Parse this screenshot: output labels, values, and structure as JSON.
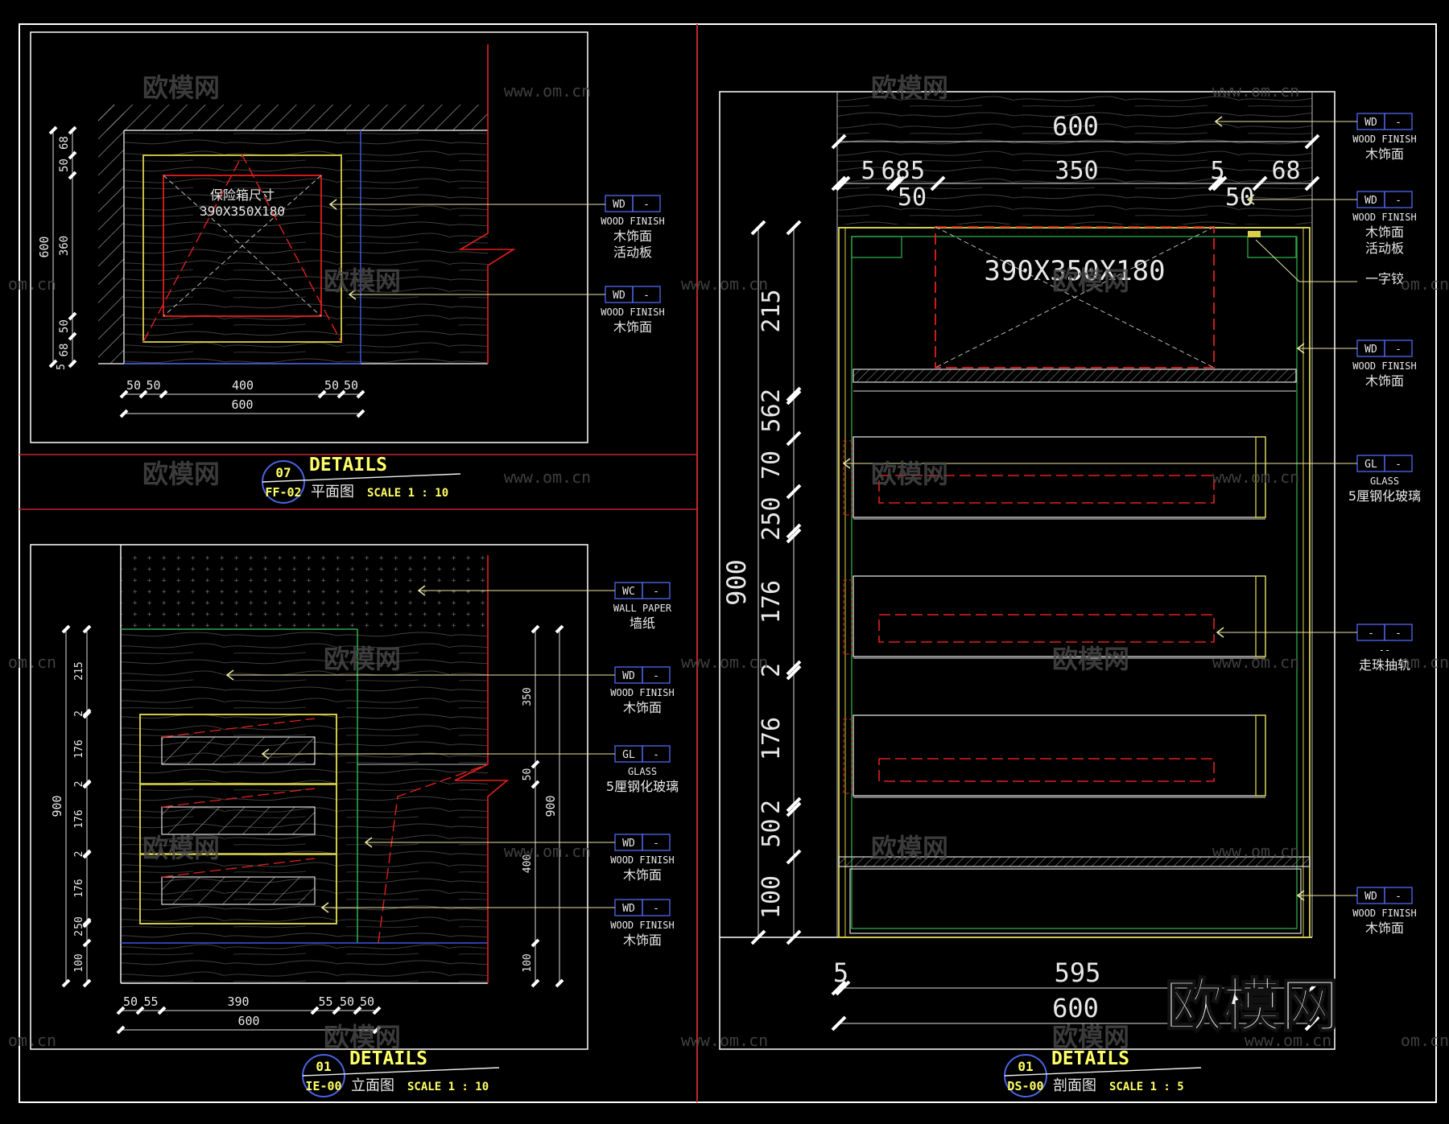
{
  "colors": {
    "background": "#000000",
    "frame": "#ffffff",
    "panel_divider": "#c0262a",
    "object": "#d8d04a",
    "dimension": "#e8e8e8",
    "hidden_line": "#e0201e",
    "leader": "#e8e4a0",
    "tag_box": "#4a62e0",
    "wall_green": "#2ea84a",
    "wood_grain": "#3a3a3a",
    "watermark": "#5a5a5a"
  },
  "watermark": {
    "brand": "欧模网",
    "url": "www.om.cn",
    "url_partial": "om.cn"
  },
  "plan_view": {
    "safe_label_line1": "保险箱尺寸",
    "safe_label_line2": "390X350X180",
    "dims_bottom": [
      "50",
      "50",
      "400",
      "50",
      "50"
    ],
    "dims_bottom_total": "600",
    "dims_left": [
      "5",
      "68",
      "50",
      "360",
      "50",
      "68",
      "5"
    ],
    "dims_left_total": "600",
    "tags": [
      {
        "code": "WD",
        "suffix": "-",
        "line1": "WOOD FINISH",
        "line2": "木饰面",
        "line3": "活动板"
      },
      {
        "code": "WD",
        "suffix": "-",
        "line1": "WOOD FINISH",
        "line2": "木饰面",
        "line3": ""
      }
    ],
    "title": {
      "number": "07",
      "sheet": "FF-02",
      "heading": "DETAILS",
      "name": "平面图",
      "scale": "SCALE 1 : 10"
    }
  },
  "elevation_view": {
    "dims_left": [
      "215",
      "2",
      "176",
      "2",
      "176",
      "2",
      "176",
      "50",
      "2",
      "100"
    ],
    "dims_left_total": "900",
    "dims_right": [
      "350",
      "50",
      "400",
      "100"
    ],
    "dims_right_total": "900",
    "dims_bottom": [
      "50",
      "55",
      "390",
      "55",
      "50",
      "50"
    ],
    "dims_bottom_total": "600",
    "tags": [
      {
        "code": "WC",
        "suffix": "-",
        "line1": "WALL PAPER",
        "line2": "墙纸"
      },
      {
        "code": "WD",
        "suffix": "-",
        "line1": "WOOD FINISH",
        "line2": "木饰面"
      },
      {
        "code": "GL",
        "suffix": "-",
        "line1": "GLASS",
        "line2": "5厘钢化玻璃"
      },
      {
        "code": "WD",
        "suffix": "-",
        "line1": "WOOD FINISH",
        "line2": "木饰面"
      },
      {
        "code": "WD",
        "suffix": "-",
        "line1": "WOOD FINISH",
        "line2": "木饰面"
      }
    ],
    "title": {
      "number": "01",
      "sheet": "IE-00",
      "heading": "DETAILS",
      "name": "立面图",
      "scale": "SCALE 1 : 10"
    }
  },
  "section_view": {
    "dims_top_total": "600",
    "dims_top": [
      "5",
      "68",
      "5",
      "350",
      "5",
      "68"
    ],
    "dims_top_inner": [
      "50",
      "50"
    ],
    "safe_label": "390X350X180",
    "dims_left": [
      "215",
      "2",
      "56",
      "70",
      "50",
      "2",
      "176",
      "2",
      "176",
      "2",
      "50",
      "100"
    ],
    "dims_left_total": "900",
    "dims_bottom": [
      "5",
      "595"
    ],
    "dims_bottom_total": "600",
    "tags": [
      {
        "code": "WD",
        "suffix": "-",
        "line1": "WOOD FINISH",
        "line2": "木饰面",
        "line3": ""
      },
      {
        "code": "WD",
        "suffix": "-",
        "line1": "WOOD FINISH",
        "line2": "木饰面",
        "line3": "活动板"
      },
      {
        "code": "",
        "suffix": "",
        "line1": "",
        "line2": "一字铰",
        "line3": ""
      },
      {
        "code": "WD",
        "suffix": "-",
        "line1": "WOOD FINISH",
        "line2": "木饰面",
        "line3": ""
      },
      {
        "code": "GL",
        "suffix": "-",
        "line1": "GLASS",
        "line2": "5厘钢化玻璃",
        "line3": ""
      },
      {
        "code": "-",
        "suffix": "-",
        "line1": "--",
        "line2": "走珠抽轨",
        "line3": ""
      },
      {
        "code": "WD",
        "suffix": "-",
        "line1": "WOOD FINISH",
        "line2": "木饰面",
        "line3": ""
      }
    ],
    "title": {
      "number": "01",
      "sheet": "DS-00",
      "heading": "DETAILS",
      "name": "剖面图",
      "scale": "SCALE 1 : 5"
    }
  }
}
